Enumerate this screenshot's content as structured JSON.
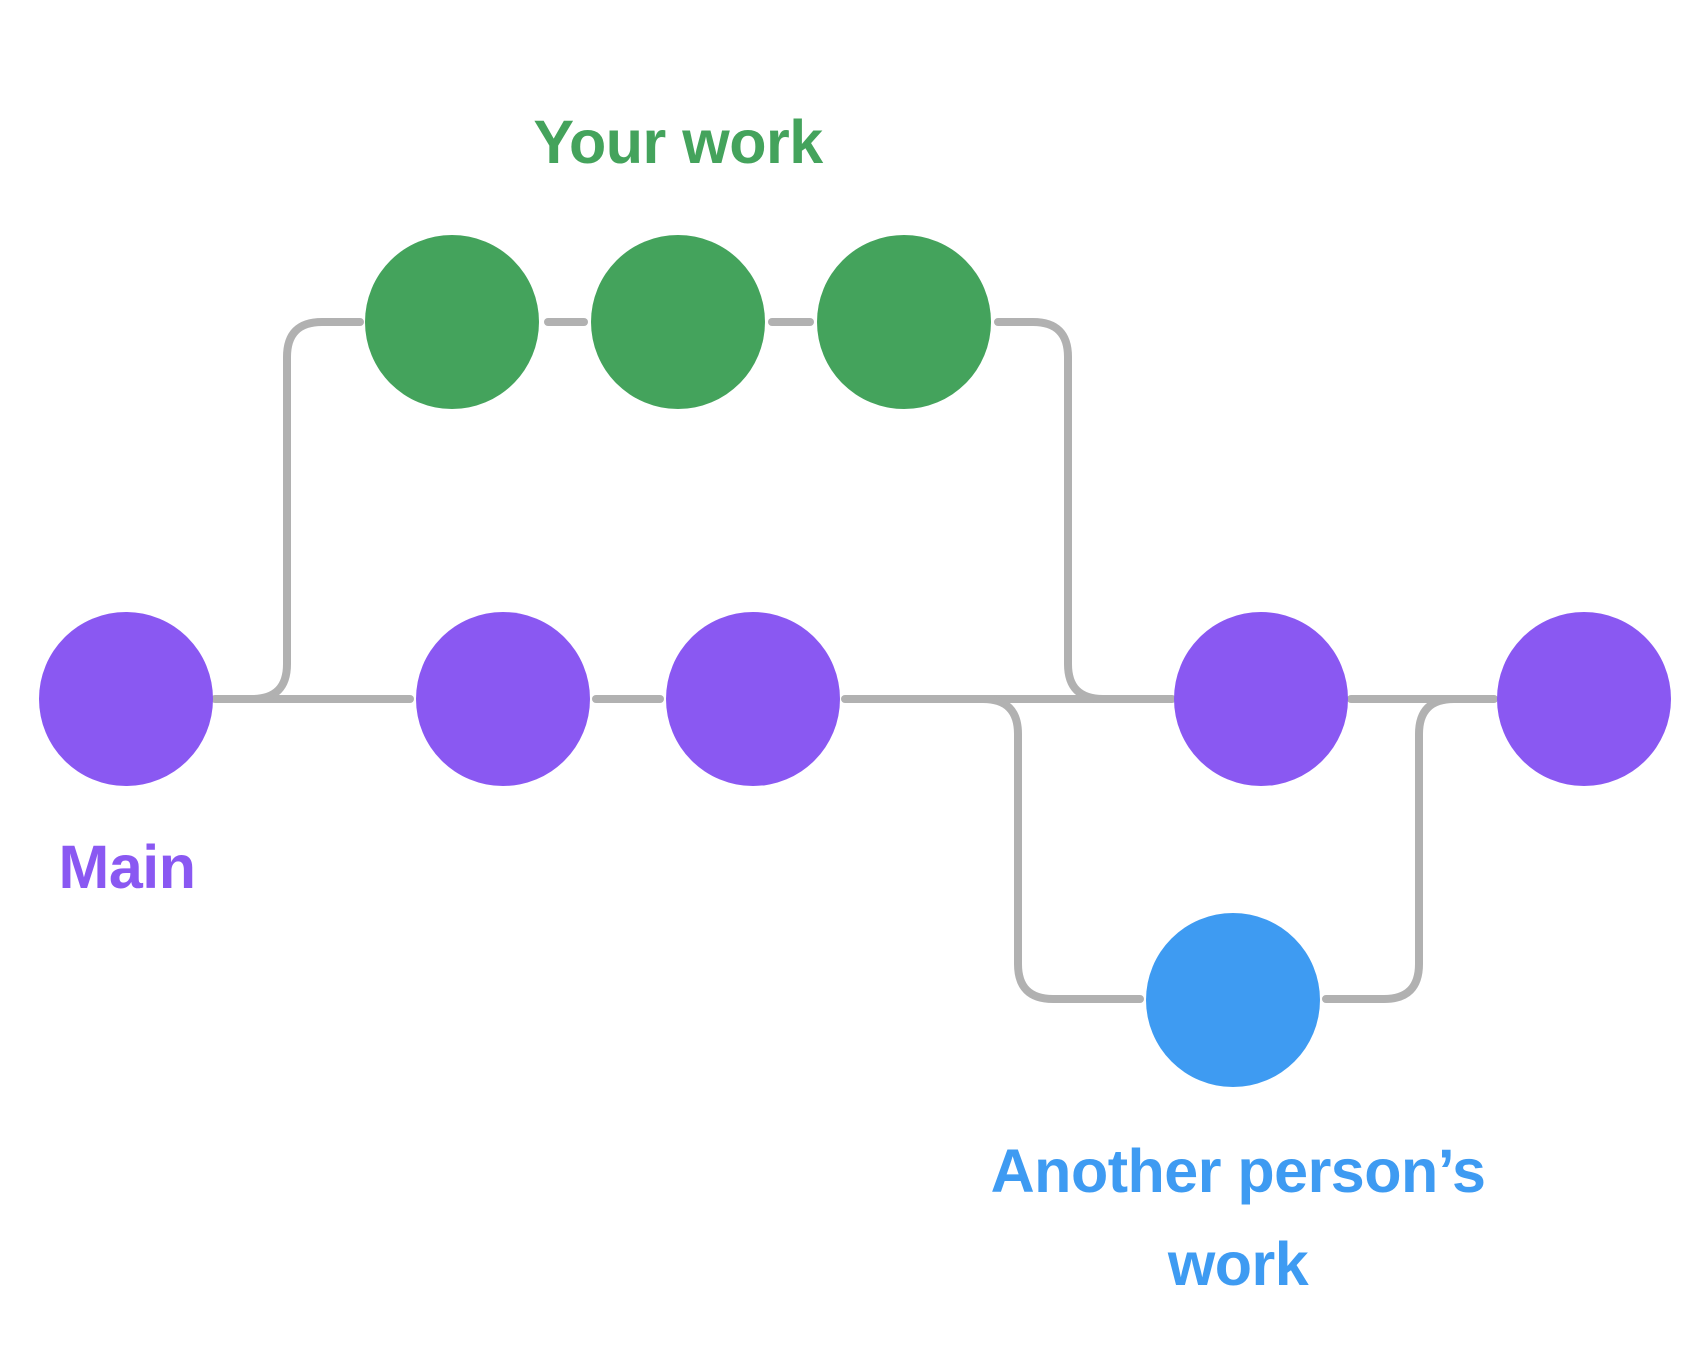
{
  "diagram": {
    "type": "git-branching",
    "labels": {
      "your_work": "Your work",
      "main": "Main",
      "another_line1": "Another person’s",
      "another_line2": "work"
    },
    "colors": {
      "main_branch": "#8A58F2",
      "your_work_branch": "#44A35C",
      "another_branch": "#3E9BF2",
      "connector": "#B1B1B1",
      "background": "#FFFFFF"
    },
    "branches": [
      {
        "name": "Main",
        "commits": 5,
        "color": "#8A58F2"
      },
      {
        "name": "Your work",
        "commits": 3,
        "color": "#44A35C",
        "forks_from": "Main",
        "merges_into": "Main"
      },
      {
        "name": "Another person’s work",
        "commits": 1,
        "color": "#3E9BF2",
        "forks_from": "Main",
        "merges_into": "Main"
      }
    ]
  }
}
